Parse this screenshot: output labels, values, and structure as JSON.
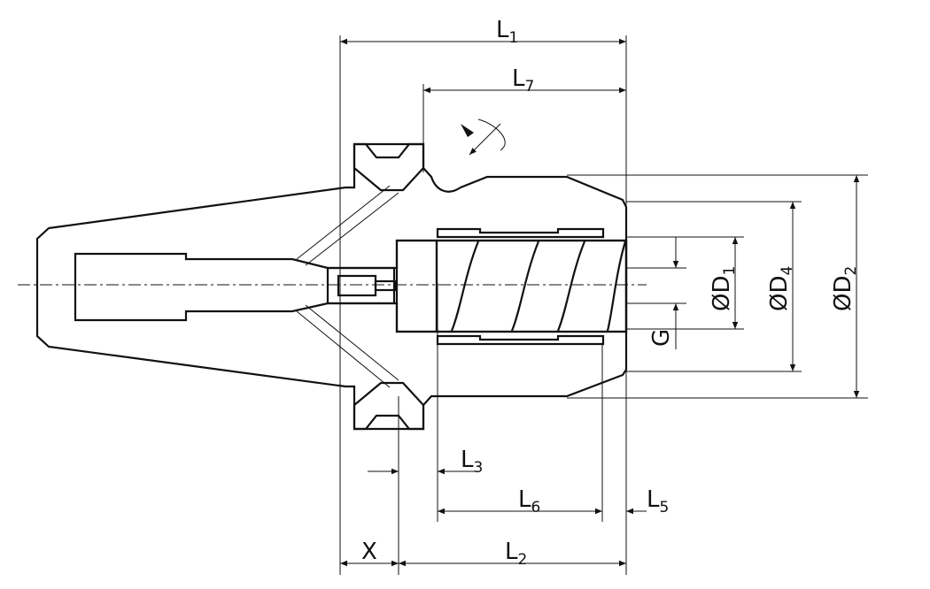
{
  "drawing": {
    "dimensions": {
      "L1": {
        "main": "L",
        "sub": "1"
      },
      "L7": {
        "main": "L",
        "sub": "7"
      },
      "L3": {
        "main": "L",
        "sub": "3"
      },
      "L6": {
        "main": "L",
        "sub": "6"
      },
      "L5": {
        "main": "L",
        "sub": "5"
      },
      "L2": {
        "main": "L",
        "sub": "2"
      },
      "X": {
        "main": "X",
        "sub": ""
      },
      "G": {
        "main": "G",
        "sub": ""
      },
      "D1": {
        "main": "ØD",
        "sub": "1"
      },
      "D4": {
        "main": "ØD",
        "sub": "4"
      },
      "D2": {
        "main": "ØD",
        "sub": "2"
      }
    },
    "icons": [
      "rotation-direction-icon"
    ],
    "colors": {
      "line": "#111111",
      "background": "#ffffff"
    }
  }
}
